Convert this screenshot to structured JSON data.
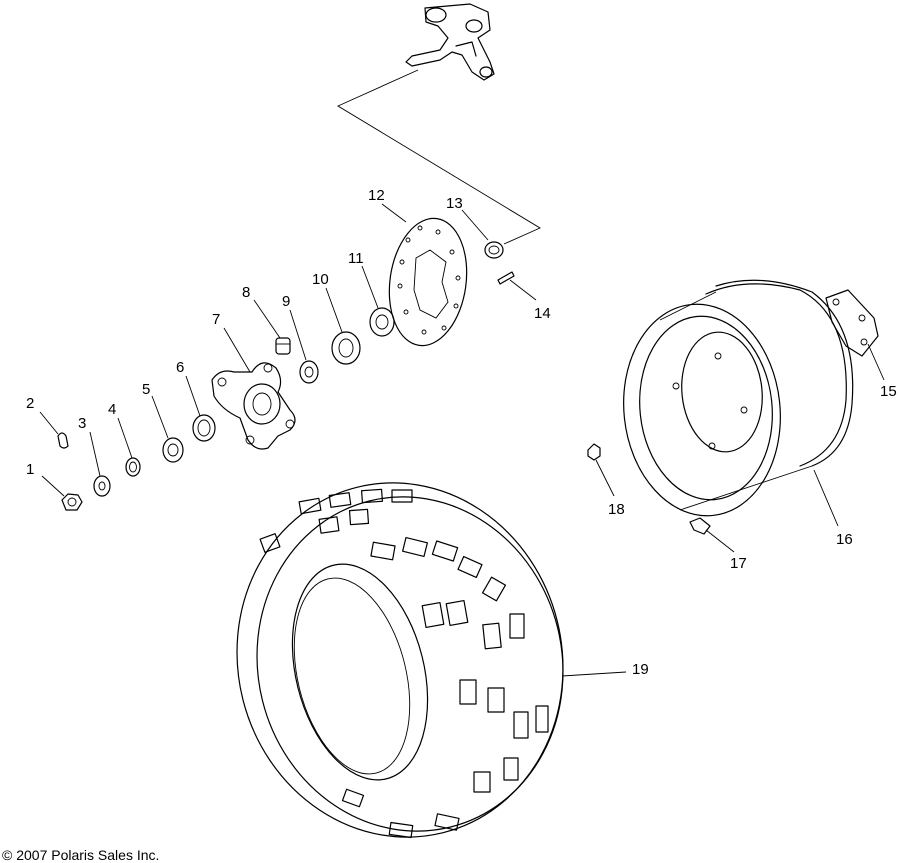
{
  "callouts": [
    {
      "label": "1"
    },
    {
      "label": "2"
    },
    {
      "label": "3"
    },
    {
      "label": "4"
    },
    {
      "label": "5"
    },
    {
      "label": "6"
    },
    {
      "label": "7"
    },
    {
      "label": "8"
    },
    {
      "label": "9"
    },
    {
      "label": "10"
    },
    {
      "label": "11"
    },
    {
      "label": "12"
    },
    {
      "label": "13"
    },
    {
      "label": "14"
    },
    {
      "label": "15"
    },
    {
      "label": "16"
    },
    {
      "label": "17"
    },
    {
      "label": "18"
    },
    {
      "label": "19"
    }
  ],
  "copyright": "© 2007 Polaris Sales Inc."
}
